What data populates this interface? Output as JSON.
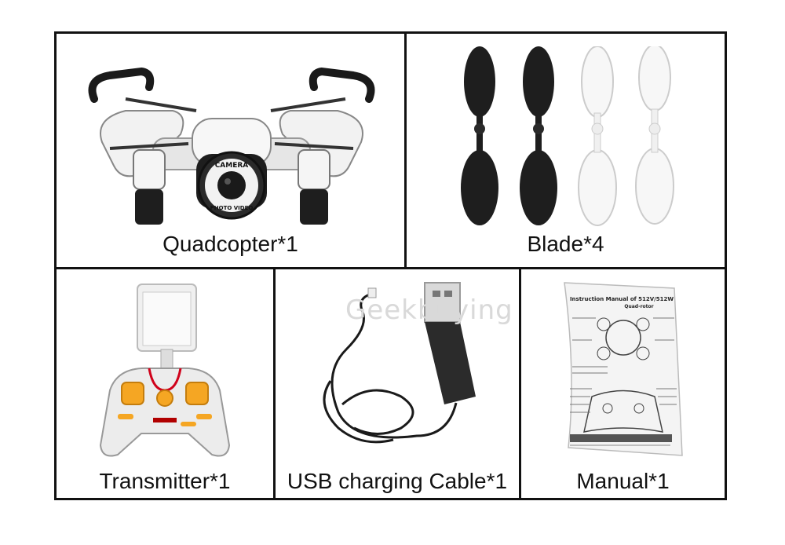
{
  "items": [
    {
      "label": "Quadcopter*1",
      "icon": "quadcopter-icon"
    },
    {
      "label": "Blade*4",
      "icon": "blade-icon"
    },
    {
      "label": "Transmitter*1",
      "icon": "transmitter-icon"
    },
    {
      "label": "USB charging Cable*1",
      "icon": "usb-cable-icon"
    },
    {
      "label": "Manual*1",
      "icon": "manual-icon"
    }
  ],
  "camera_lens": {
    "top_text": "CAMERA",
    "bottom_text": "PHOTO VIDEO"
  },
  "manual_doc": {
    "title": "Instruction Manual of 512V/512W",
    "subtitle": "Quad-rotor"
  },
  "watermark": "Geekbuying",
  "colors": {
    "border": "#111111",
    "accent": "#f5a623",
    "black_part": "#222222"
  }
}
